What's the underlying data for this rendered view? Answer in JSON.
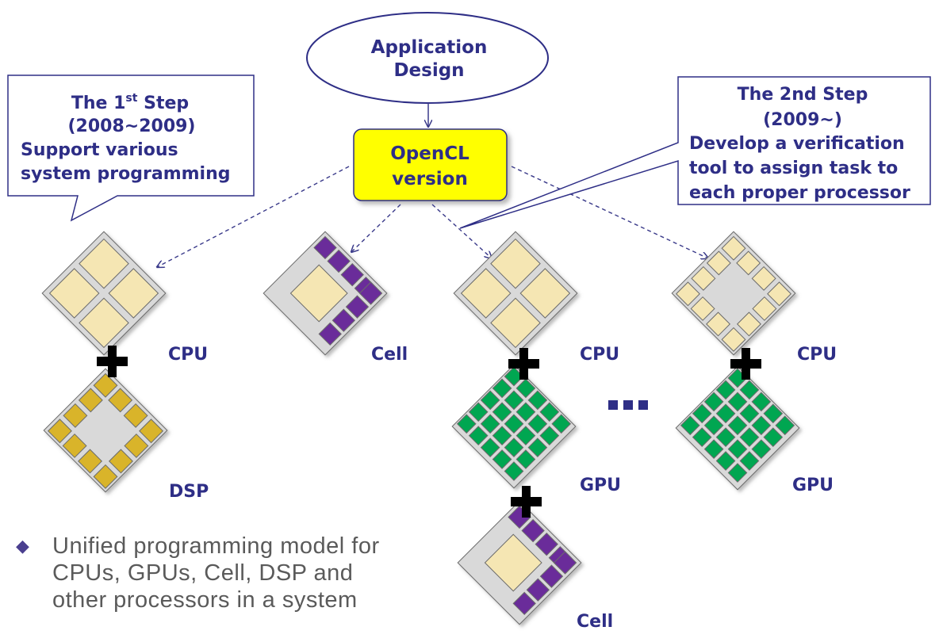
{
  "top_node": {
    "line1": "Application",
    "line2": "Design"
  },
  "opencl_node": {
    "line1": "OpenCL",
    "line2": "version"
  },
  "step1": {
    "title_prefix": "The 1",
    "title_sup": "st",
    "title_suffix": " Step",
    "years": "(2008~2009)",
    "line1": "Support various",
    "line2": "system programming"
  },
  "step2": {
    "title": "The 2nd Step",
    "years": "(2009~)",
    "line1": "Develop a verification",
    "line2": "tool to assign task to",
    "line3": "each proper processor"
  },
  "labels": {
    "cpu1": "CPU",
    "dsp": "DSP",
    "cell1": "Cell",
    "cpu2": "CPU",
    "gpu1": "GPU",
    "cell2": "Cell",
    "cpu3": "CPU",
    "gpu2": "GPU",
    "ellipsis": "■■■"
  },
  "bullet": {
    "mark": "◆",
    "text": "Unified programming model for CPUs, GPUs, Cell, DSP and other processors in a system"
  },
  "colors": {
    "navy": "#2e2e86",
    "opencl_fill": "#ffff00",
    "core_cpu": "#f5e6b3",
    "core_dsp": "#d9b42a",
    "core_gpu": "#00a651",
    "core_cell": "#6a2c9a",
    "chip": "#d9d9d9"
  }
}
